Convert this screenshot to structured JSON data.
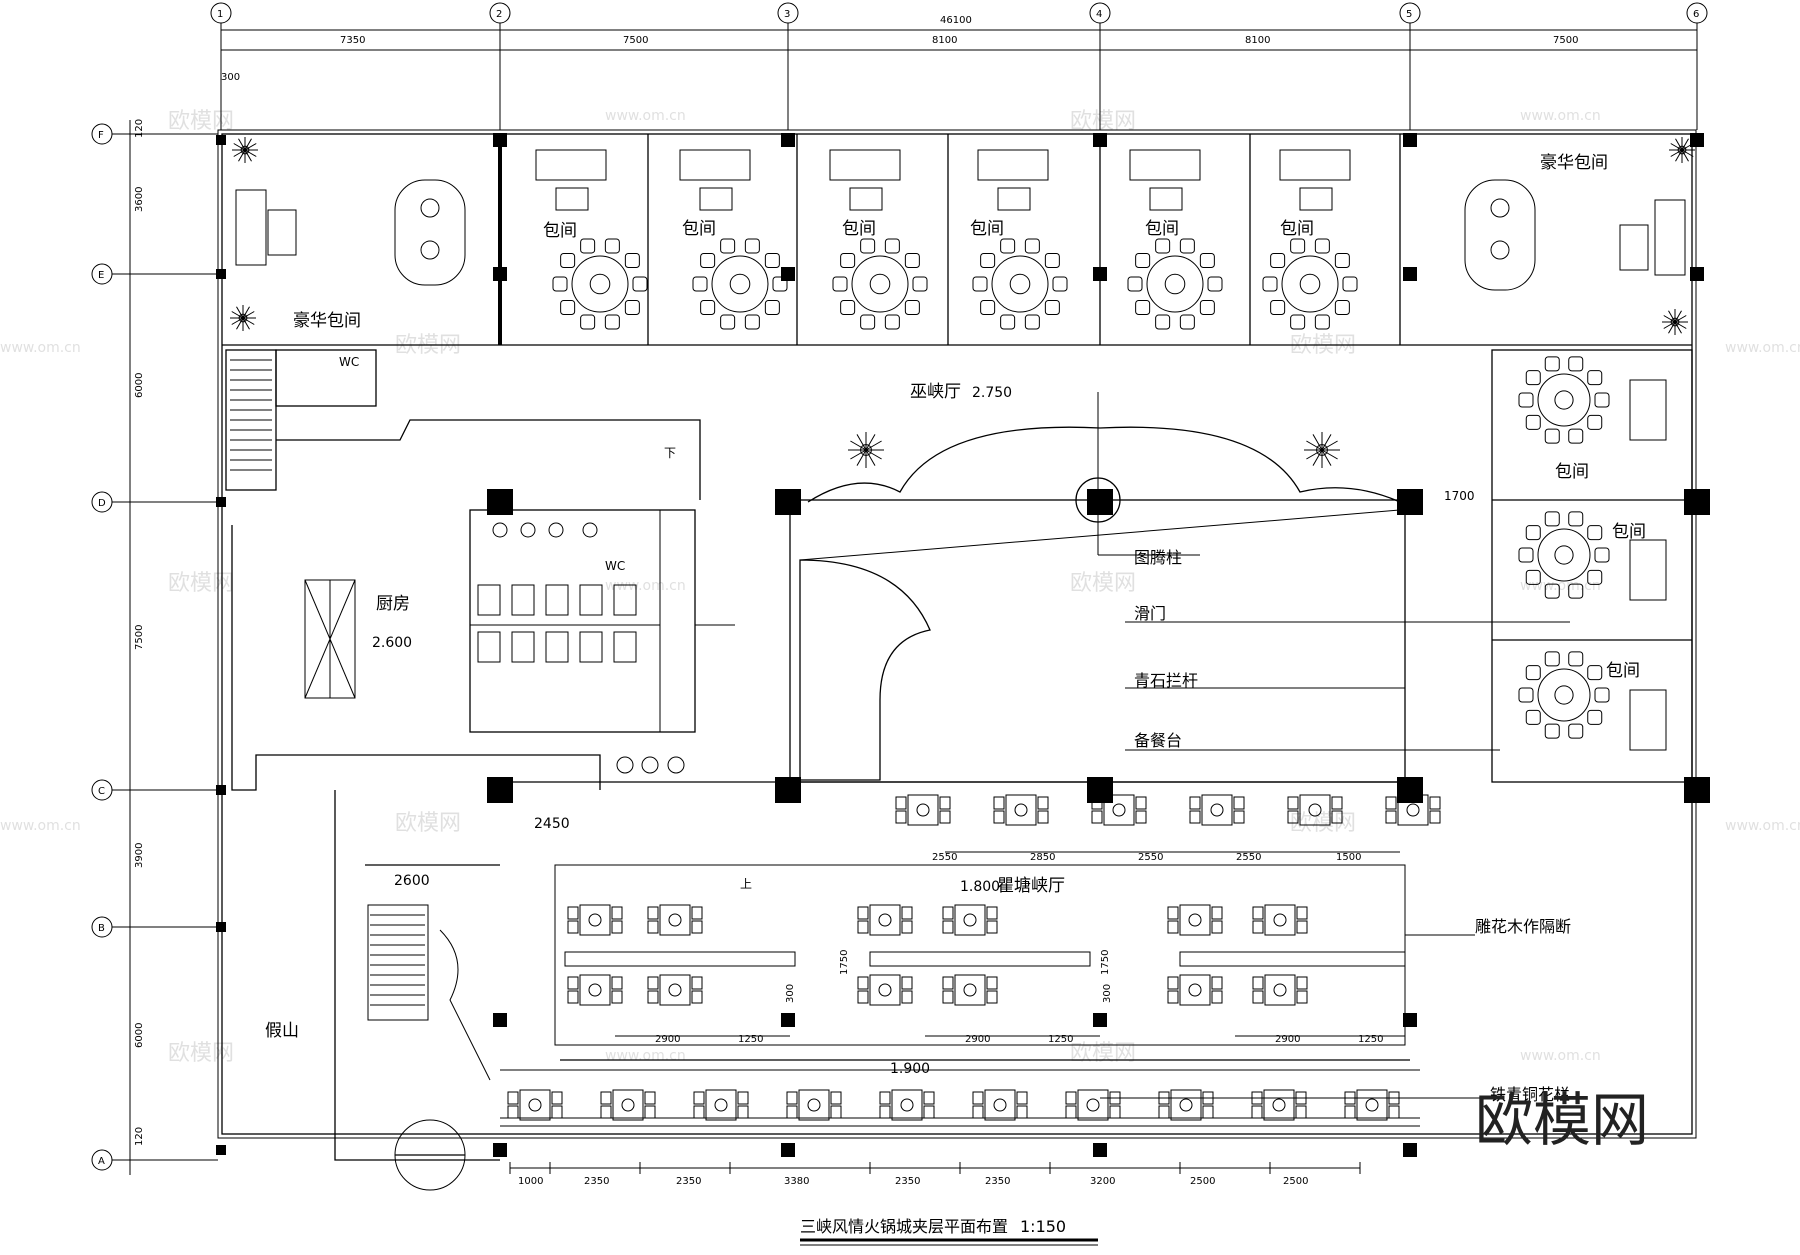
{
  "grid": {
    "cols": [
      "1",
      "2",
      "3",
      "4",
      "5",
      "6"
    ],
    "rows": [
      "F",
      "E",
      "D",
      "C",
      "B",
      "A"
    ],
    "total_width": "46100",
    "spans_top": [
      "7350",
      "7500",
      "8100",
      "8100",
      "7500"
    ],
    "offset_top": "300",
    "spans_left": [
      "120",
      "3600",
      "6000",
      "7500",
      "3900",
      "6000",
      "120"
    ]
  },
  "rooms": {
    "luxury_left": "豪华包间",
    "luxury_right": "豪华包间",
    "private_rooms": [
      "包间",
      "包间",
      "包间",
      "包间",
      "包间",
      "包间"
    ],
    "side_rooms": [
      "包间",
      "包间",
      "包间"
    ],
    "wc_small": "WC",
    "wc_large": "WC",
    "kitchen": "厨房",
    "wuxia_hall": "巫峡厅",
    "qutang_hall": "瞿塘峡厅",
    "rockery": "假山"
  },
  "levels": {
    "wuxia": "2.750",
    "kitchen": "2.600",
    "stair_2450": "2450",
    "stair_2600": "2600",
    "qutang": "1.800",
    "lower": "1.900"
  },
  "annotations": {
    "totem": "图腾柱",
    "sliding_door": "滑门",
    "stone_railing": "青石拦杆",
    "serving": "备餐台",
    "carved_partition": "雕花木作隔断",
    "bottom_right": "铁青铜花栏",
    "dim_1700": "1700",
    "down": "下",
    "up": "上"
  },
  "dims": {
    "row_c": [
      "2550",
      "2850",
      "2550",
      "2550",
      "1500"
    ],
    "row_b_left": [
      "2900",
      "1250"
    ],
    "row_b_mid": [
      "2900",
      "1250"
    ],
    "row_b_right": [
      "2900",
      "1250"
    ],
    "vert_1750": "1750",
    "vert_300": "300",
    "bottom": [
      "1000",
      "2350",
      "2350",
      "3380",
      "2350",
      "2350",
      "3200",
      "2500",
      "2500"
    ]
  },
  "title": "三峡风情火锅城夹层平面布置",
  "scale": "1:150",
  "watermark": "欧模网",
  "watermark_url": "www.om.cn"
}
